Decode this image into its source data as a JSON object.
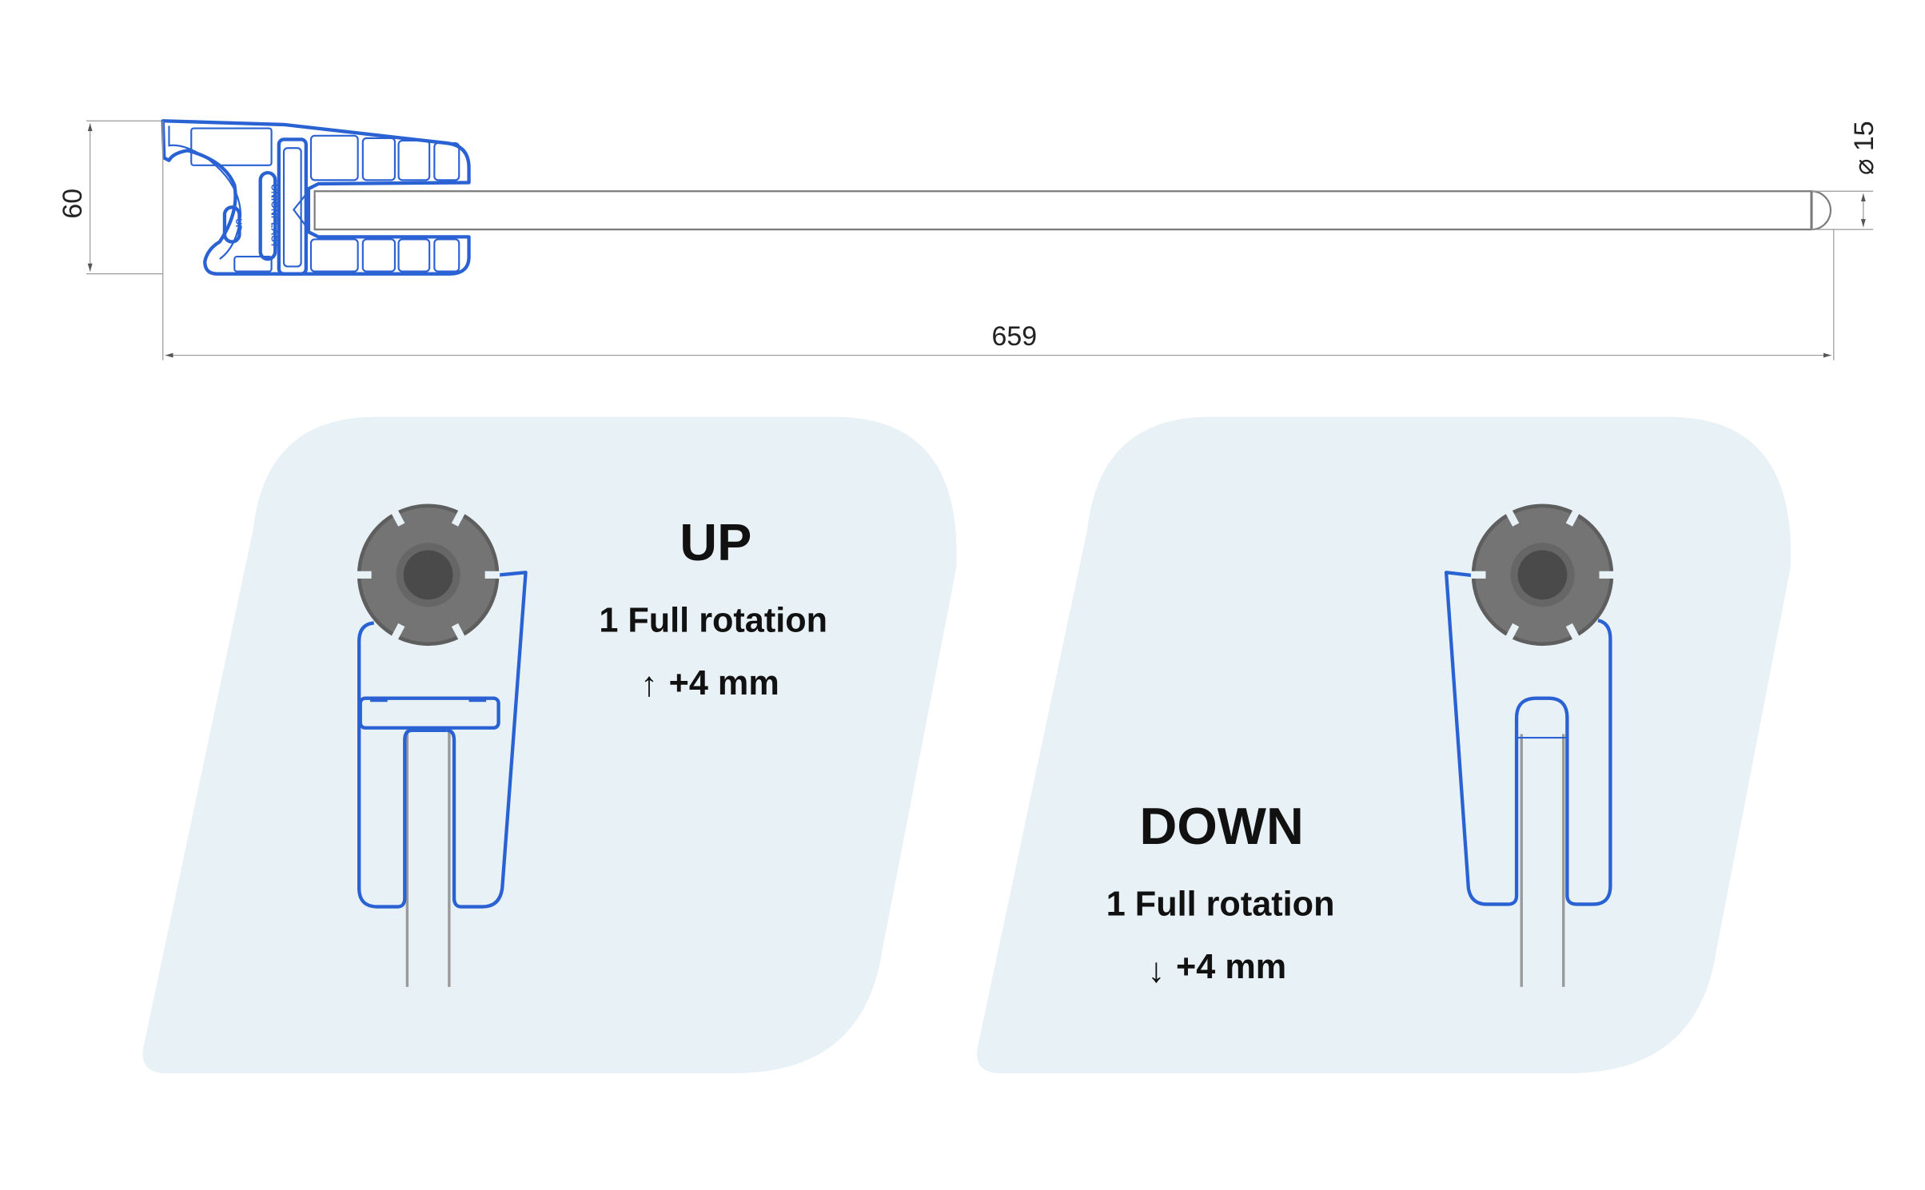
{
  "dimensions": {
    "height": "60",
    "length": "659",
    "diameter": "⌀ 15"
  },
  "holder": {
    "logo_text": "UNIONPLAST",
    "badge_text": "UP"
  },
  "panels": {
    "up": {
      "title": "UP",
      "rotation": "1 Full rotation",
      "arrow": "↑",
      "adjustment": "+4 mm"
    },
    "down": {
      "title": "DOWN",
      "rotation": "1 Full rotation",
      "arrow": "↓",
      "adjustment": "+4 mm"
    }
  },
  "colors": {
    "outline_blue": "#2a62d4",
    "panel_bg": "#e8f1f6",
    "knob_gray": "#717171"
  }
}
